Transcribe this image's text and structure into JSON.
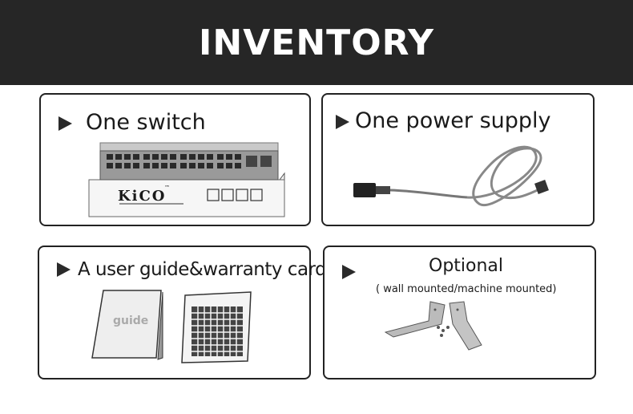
{
  "header": {
    "title": "INVENTORY"
  },
  "items": [
    {
      "label": "One switch",
      "brand": "KiCO",
      "brand_tm": "™"
    },
    {
      "label": "One power supply"
    },
    {
      "label": "A user guide&warranty card",
      "booklet_text": "guide"
    },
    {
      "label": "Optional",
      "note": "( wall mounted/machine mounted)"
    }
  ],
  "colors": {
    "header_bg": "#262626",
    "header_text": "#ffffff",
    "border": "#222222"
  }
}
